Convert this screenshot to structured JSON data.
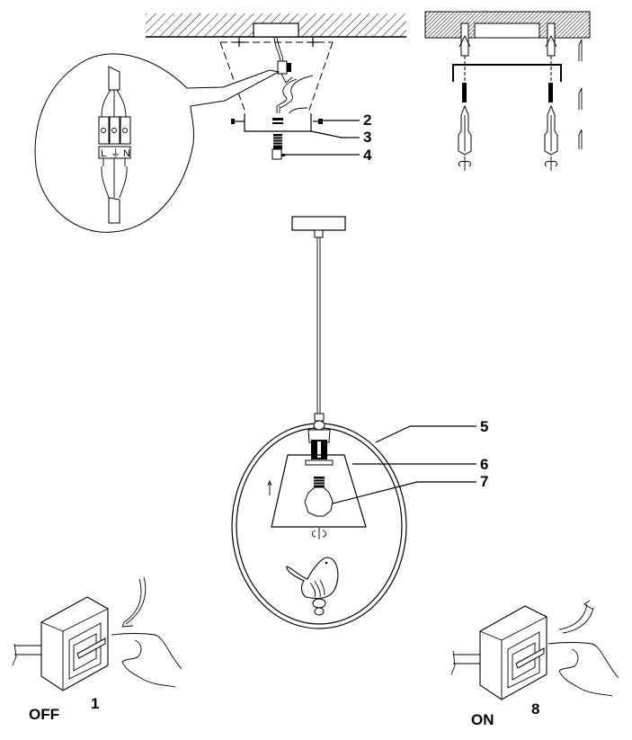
{
  "diagram": {
    "title": "Pendant lamp installation instructions",
    "callouts": [
      {
        "id": "2",
        "label": "2",
        "part": "fixing screws"
      },
      {
        "id": "3",
        "label": "3",
        "part": "canopy"
      },
      {
        "id": "4",
        "label": "4",
        "part": "cable clamp"
      },
      {
        "id": "5",
        "label": "5",
        "part": "ring frame"
      },
      {
        "id": "6",
        "label": "6",
        "part": "glass shade"
      },
      {
        "id": "7",
        "label": "7",
        "part": "bulb"
      }
    ],
    "terminal_block": {
      "labels": [
        "L",
        "⏚",
        "N"
      ]
    },
    "steps": {
      "step1": {
        "number": "1",
        "state": "OFF"
      },
      "step8": {
        "number": "8",
        "state": "ON"
      }
    }
  }
}
